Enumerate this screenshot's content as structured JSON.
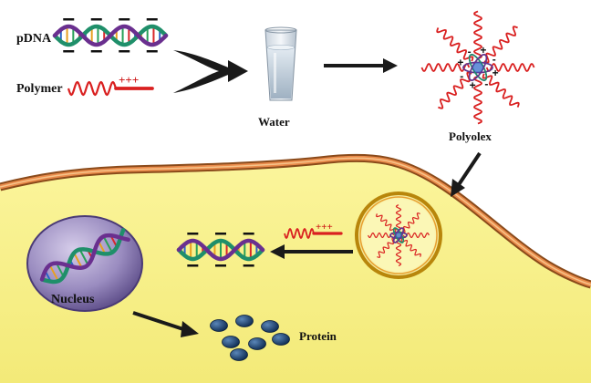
{
  "labels": {
    "pdna": "pDNA",
    "polymer": "Polymer",
    "polymer_charge": "+++",
    "water": "Water",
    "polyplex": "Polyolex",
    "nucleus": "Nucleus",
    "protein": "Protein",
    "released_polymer_charge": "+++",
    "core_plus": "+",
    "core_minus": "-"
  },
  "colors": {
    "cytoplasm": "#f7f08a",
    "membrane_outer": "#8a4a1a",
    "membrane_mid": "#e98a4a",
    "polymer_red": "#d92020",
    "dna_green": "#1f8f6a",
    "dna_purple": "#6a2f8f",
    "nucleus_fill": "#9a8cc0",
    "protein_fill": "#143c6a"
  },
  "icons": [
    "arrow-curved-icon",
    "arrow-icon",
    "water-glass-icon",
    "dna-helix-icon",
    "polyplex-icon",
    "endosome-icon",
    "protein-dot-icon"
  ]
}
